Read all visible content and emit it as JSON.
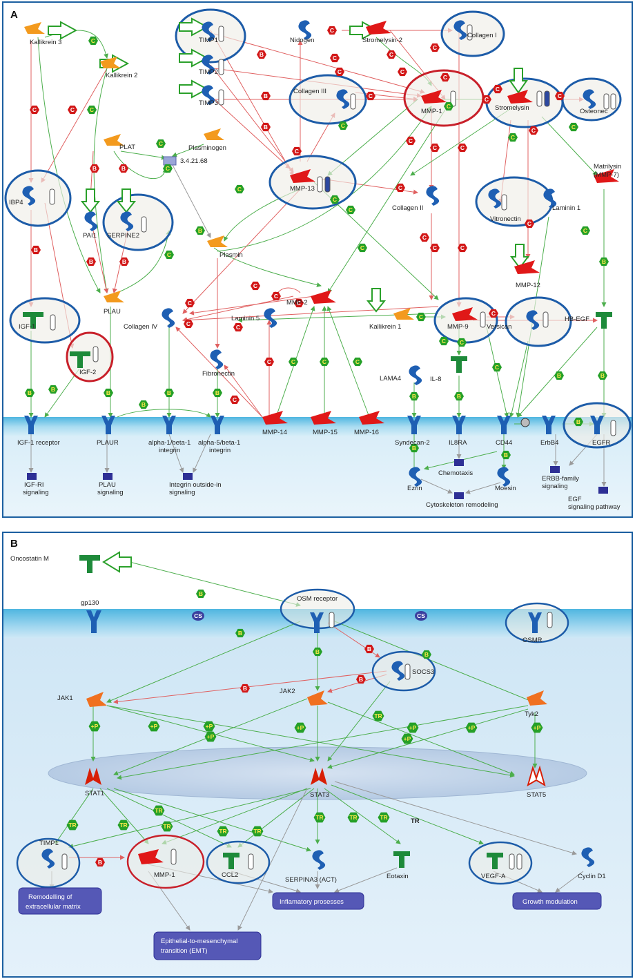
{
  "colors": {
    "membrane": "#4fb6e0",
    "inhibit": "#d81e05",
    "activate": "#2aa02a",
    "ellipse_highlight": "#1d5ca8",
    "ellipse_highlight2": "#c8202a",
    "process_box": "#5558b6"
  },
  "panelA": {
    "label": "A",
    "labels": {
      "kallikrein3": "Kallikrein 3",
      "kallikrein2": "Kallikrein 2",
      "timp1": "TIMP1",
      "timp2": "TIMP2",
      "timp3": "TIMP3",
      "nidogen": "Nidogen",
      "stromelysin2": "Stromelysin-2",
      "collagen1": "Collagen I",
      "collagen3": "Collagen III",
      "mmp1": "MMP-1",
      "stromelysin": "Stromelysin",
      "osteonec": "Osteonec",
      "plat": "PLAT",
      "plasminogen": "Plasminogen",
      "enz": "3.4.21.68",
      "mmp13": "MMP-13",
      "collagen2": "Collagen II",
      "matrilysin1": "Matrilysin",
      "matrilysin2": "(MMP-7)",
      "ibp4": "IBP4",
      "pai1": "PAI1",
      "serpine2": "SERPINE2",
      "vitronectin": "Vitronectin",
      "laminin1": "Laminin 1",
      "plasmin": "Plasmin",
      "mmp12": "MMP-12",
      "plau": "PLAU",
      "mmp2": "MMP-2",
      "laminin5": "Laminin 5",
      "collagen4": "Collagen IV",
      "kallikrein1": "Kallikrein 1",
      "mmp9": "MMP-9",
      "versican": "Versican",
      "hbegf": "HB-EGF",
      "igf1": "IGF-1",
      "igf2": "IGF-2",
      "fibronectin": "Fibronectin",
      "lama4": "LAMA4",
      "il8": "IL-8",
      "igf1r": "IGF-1 receptor",
      "plaur": "PLAUR",
      "a1b1a": "alpha-1/beta-1",
      "a1b1b": "integrin",
      "a5b1a": "alpha-5/beta-1",
      "a5b1b": "integrin",
      "mmp14": "MMP-14",
      "mmp15": "MMP-15",
      "mmp16": "MMP-16",
      "syndecan2": "Syndecan-2",
      "il8ra": "IL8RA",
      "cd44": "CD44",
      "erbb4": "ErbB4",
      "egfr": "EGFR",
      "igfri_sig1": "IGF-RI",
      "igfri_sig2": "signaling",
      "plau_sig1": "PLAU",
      "plau_sig2": "signaling",
      "int_sig1": "Integrin outside-in",
      "int_sig2": "signaling",
      "chemotaxis": "Chemotaxis",
      "erbb_sig1": "ERBB-family",
      "erbb_sig2": "signaling",
      "ezrin": "Ezrin",
      "moesin": "Moesin",
      "cyto": "Cytoskeleton remodeling",
      "egf_sig1": "EGF",
      "egf_sig2": "signaling pathway"
    }
  },
  "panelB": {
    "label": "B",
    "labels": {
      "oncostatin": "Oncostatin M",
      "gp130": "gp130",
      "osm_receptor": "OSM receptor",
      "osmr": "OSMR",
      "socs3": "SOCS3",
      "jak1": "JAK1",
      "jak2": "JAK2",
      "tyk2": "Tyk2",
      "stat1": "STAT1",
      "stat3": "STAT3",
      "stat5": "STAT5",
      "timp1": "TIMP1",
      "mmp1": "MMP-1",
      "ccl2": "CCL2",
      "serpina3": "SERPINA3 (ACT)",
      "eotaxin": "Eotaxin",
      "vegfa": "VEGF-A",
      "cyclind1": "Cyclin D1",
      "cs": "CS",
      "tr": "TR"
    },
    "boxes": {
      "remodel1": "Remodelling of",
      "remodel2": "extracellular matrix",
      "inflam": "Inflamatory prosesses",
      "growth": "Growth modulation",
      "emt1": "Epithelial-to-mesenchymal",
      "emt2": "transition (EMT)"
    }
  },
  "badges": {
    "B": "B",
    "C": "C",
    "P": "+P",
    "TR": "TR",
    "CS": "CS"
  }
}
